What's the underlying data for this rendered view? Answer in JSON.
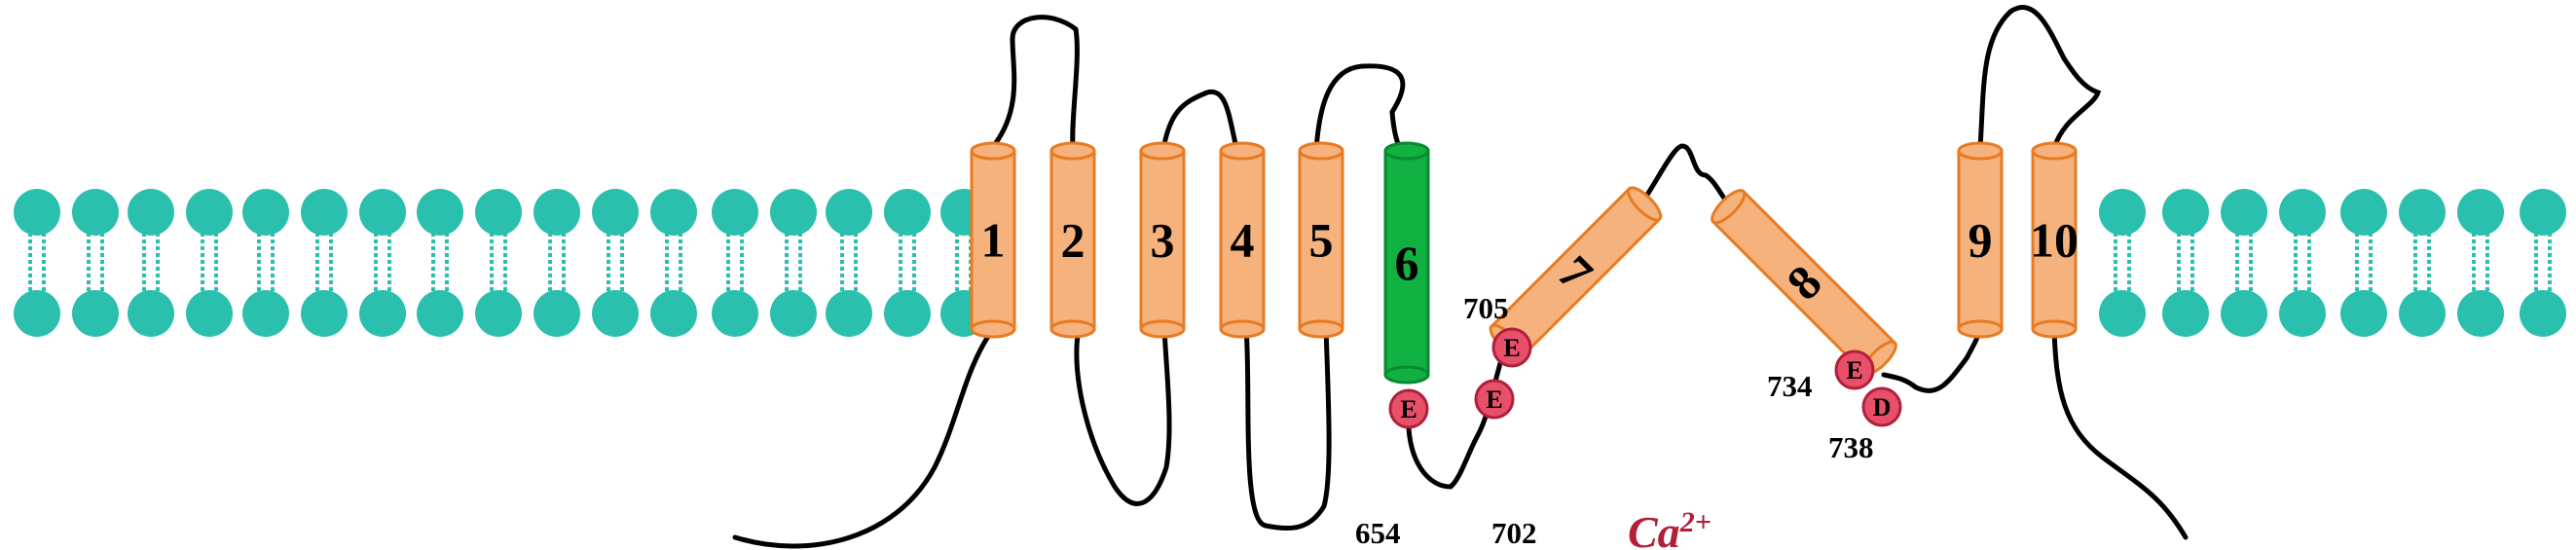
{
  "colors": {
    "helix_fill": "#f5b27c",
    "helix_stroke": "#e87a22",
    "highlight_helix_fill": "#10b041",
    "highlight_helix_stroke": "#0a8a30",
    "lipid_head": "#2bbfae",
    "lipid_tail": "#2bbfae",
    "residue_fill": "#e8506a",
    "residue_stroke": "#b0203a",
    "ion_text": "#b0203a",
    "loop": "#000000"
  },
  "helices": [
    {
      "label": "1",
      "highlight": false
    },
    {
      "label": "2",
      "highlight": false
    },
    {
      "label": "3",
      "highlight": false
    },
    {
      "label": "4",
      "highlight": false
    },
    {
      "label": "5",
      "highlight": false
    },
    {
      "label": "6",
      "highlight": true
    },
    {
      "label": "7",
      "highlight": false
    },
    {
      "label": "8",
      "highlight": false
    },
    {
      "label": "9",
      "highlight": false
    },
    {
      "label": "10",
      "highlight": false
    }
  ],
  "residues": [
    {
      "letter": "E",
      "number": "654"
    },
    {
      "letter": "E",
      "number": "702"
    },
    {
      "letter": "E",
      "number": "705"
    },
    {
      "letter": "E",
      "number": "734"
    },
    {
      "letter": "D",
      "number": "738"
    }
  ],
  "ion": {
    "base": "Ca",
    "charge": "2+"
  }
}
